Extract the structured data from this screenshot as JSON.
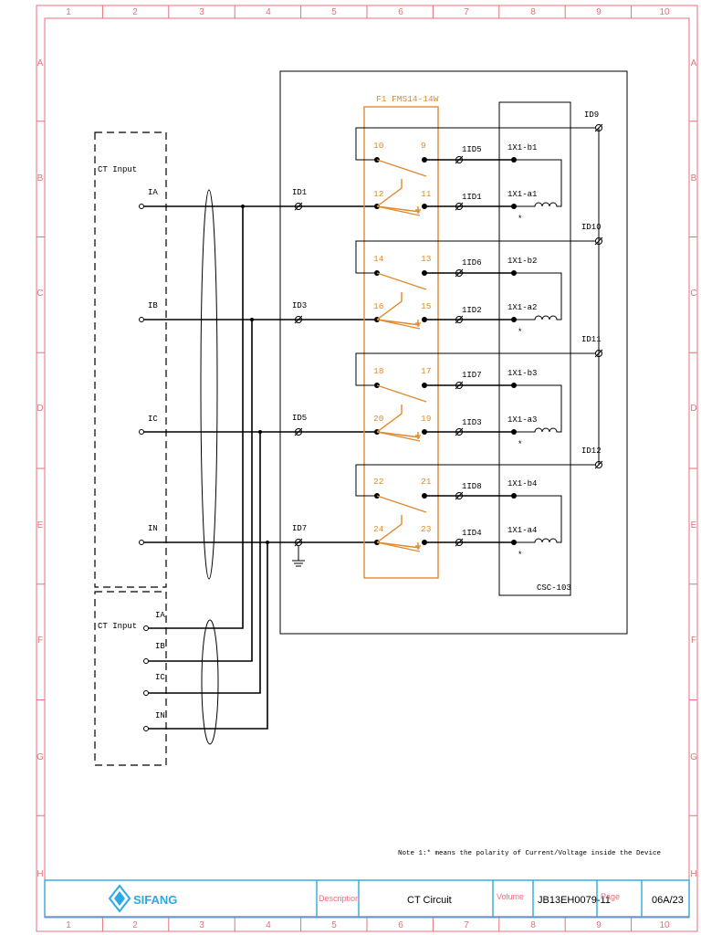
{
  "grid": {
    "columns": [
      "1",
      "2",
      "3",
      "4",
      "5",
      "6",
      "7",
      "8",
      "9",
      "10"
    ],
    "rows": [
      "A",
      "B",
      "C",
      "D",
      "E",
      "F",
      "G",
      "H"
    ]
  },
  "ct_input_top": {
    "label": "CT Input",
    "phases": [
      "IA",
      "IB",
      "IC",
      "IN"
    ]
  },
  "ct_input_bottom": {
    "label": "CT Input",
    "phases": [
      "IA",
      "IB",
      "IC",
      "IN"
    ]
  },
  "terminals_left": [
    "ID1",
    "ID3",
    "ID5",
    "ID7"
  ],
  "terminals_right": [
    "ID9",
    "ID10",
    "ID11",
    "ID12"
  ],
  "switch_block": {
    "title": "F1  FMS14-14W",
    "groups": [
      {
        "top_left": "10",
        "top_right": "9",
        "bot_left": "12",
        "bot_right": "11"
      },
      {
        "top_left": "14",
        "top_right": "13",
        "bot_left": "16",
        "bot_right": "15"
      },
      {
        "top_left": "18",
        "top_right": "17",
        "bot_left": "20",
        "bot_right": "19"
      },
      {
        "top_left": "22",
        "top_right": "21",
        "bot_left": "24",
        "bot_right": "23"
      }
    ]
  },
  "mid_terminals": [
    {
      "top": "1ID5",
      "bot": "1ID1"
    },
    {
      "top": "1ID6",
      "bot": "1ID2"
    },
    {
      "top": "1ID7",
      "bot": "1ID3"
    },
    {
      "top": "1ID8",
      "bot": "1ID4"
    }
  ],
  "device_pins": [
    {
      "b": "1X1-b1",
      "a": "1X1-a1"
    },
    {
      "b": "1X1-b2",
      "a": "1X1-a2"
    },
    {
      "b": "1X1-b3",
      "a": "1X1-a3"
    },
    {
      "b": "1X1-b4",
      "a": "1X1-a4"
    }
  ],
  "polarity_mark": "*",
  "device_name": "CSC-103",
  "note": "Note 1:* means the polarity of Current/Voltage inside the Device",
  "title_block": {
    "logo": "SIFANG",
    "description_label": "Description",
    "description_value": "CT Circuit",
    "volume_label": "Volume",
    "volume_value": "JB13EH0079-11",
    "page_label": "Page",
    "page_value": "06A/23"
  },
  "colors": {
    "frame": "#e8707a",
    "switch": "#e08a2e",
    "title_block": "#2aaae0"
  }
}
